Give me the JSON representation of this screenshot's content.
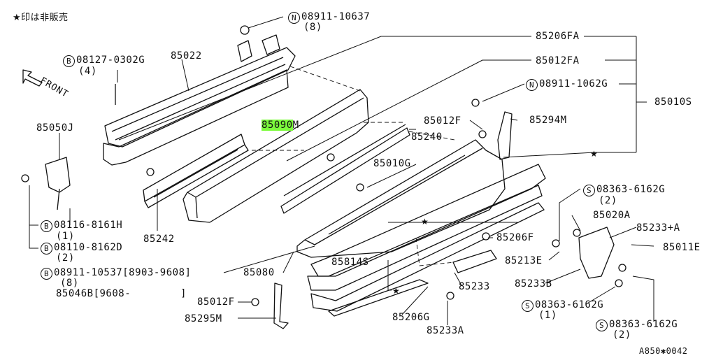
{
  "note": "★印は非販売",
  "front_label": "FRONT",
  "code": "A850✱0042",
  "parts": {
    "p1_num": "08911-10637",
    "p1_qty": "(8)",
    "p2_num": "08127-0302G",
    "p2_qty": "(4)",
    "p3": "85022",
    "p4": "85206FA",
    "p5": "85012FA",
    "p6_num": "08911-1062G",
    "p7": "85010S",
    "p8": "85050J",
    "p9_hl": "85090",
    "p9_suffix": "M",
    "p10": "85012F",
    "p11": "85294M",
    "p12": "85240",
    "p13": "85010G",
    "p14_num": "08363-6162G",
    "p14_qty": "(2)",
    "p15": "85020A",
    "p16": "85233+A",
    "p17_num": "08116-8161H",
    "p17_qty": "(1)",
    "p18_num": "08110-8162D",
    "p18_qty": "(2)",
    "p19": "85242",
    "p20": "85206F",
    "p21": "85011E",
    "p22": "85213E",
    "p23": "85814S",
    "p24_num": "08911-10537",
    "p24_range": "[8903-9608]",
    "p24_qty": "(8)",
    "p25": "85080",
    "p26": "85046B[9608-",
    "p26_close": "]",
    "p27": "85233B",
    "p28": "85233",
    "p29_num": "08363-6162G",
    "p29_qty": "(1)",
    "p30": "85012F",
    "p31": "85295M",
    "p32": "85206G",
    "p33": "85233A",
    "p34_num": "08363-6162G",
    "p34_qty": "(2)"
  },
  "circles": {
    "N": "N",
    "B": "B",
    "S": "S"
  }
}
